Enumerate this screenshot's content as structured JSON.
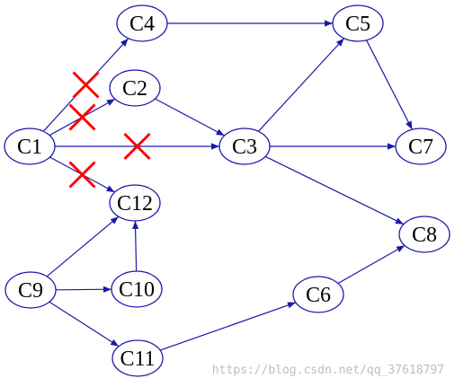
{
  "colors": {
    "node_stroke": "#1a1aa6",
    "edge": "#1a1aa6",
    "cross": "#ff0000",
    "label": "#000000",
    "watermark": "#bdbdbd"
  },
  "nodes": [
    {
      "id": "C1",
      "label": "C1"
    },
    {
      "id": "C2",
      "label": "C2"
    },
    {
      "id": "C3",
      "label": "C3"
    },
    {
      "id": "C4",
      "label": "C4"
    },
    {
      "id": "C5",
      "label": "C5"
    },
    {
      "id": "C6",
      "label": "C6"
    },
    {
      "id": "C7",
      "label": "C7"
    },
    {
      "id": "C8",
      "label": "C8"
    },
    {
      "id": "C9",
      "label": "C9"
    },
    {
      "id": "C10",
      "label": "C10"
    },
    {
      "id": "C11",
      "label": "C11"
    },
    {
      "id": "C12",
      "label": "C12"
    }
  ],
  "edges": [
    {
      "from": "C1",
      "to": "C4",
      "crossed": true
    },
    {
      "from": "C1",
      "to": "C2",
      "crossed": true
    },
    {
      "from": "C1",
      "to": "C3",
      "crossed": true
    },
    {
      "from": "C1",
      "to": "C12",
      "crossed": true
    },
    {
      "from": "C4",
      "to": "C5",
      "crossed": false
    },
    {
      "from": "C2",
      "to": "C3",
      "crossed": false
    },
    {
      "from": "C3",
      "to": "C5",
      "crossed": false
    },
    {
      "from": "C3",
      "to": "C7",
      "crossed": false
    },
    {
      "from": "C3",
      "to": "C8",
      "crossed": false
    },
    {
      "from": "C5",
      "to": "C7",
      "crossed": false
    },
    {
      "from": "C9",
      "to": "C12",
      "crossed": false
    },
    {
      "from": "C9",
      "to": "C10",
      "crossed": false
    },
    {
      "from": "C9",
      "to": "C11",
      "crossed": false
    },
    {
      "from": "C10",
      "to": "C12",
      "crossed": false
    },
    {
      "from": "C11",
      "to": "C6",
      "crossed": false
    },
    {
      "from": "C6",
      "to": "C8",
      "crossed": false
    }
  ],
  "watermark": "https://blog.csdn.net/qq_37618797"
}
